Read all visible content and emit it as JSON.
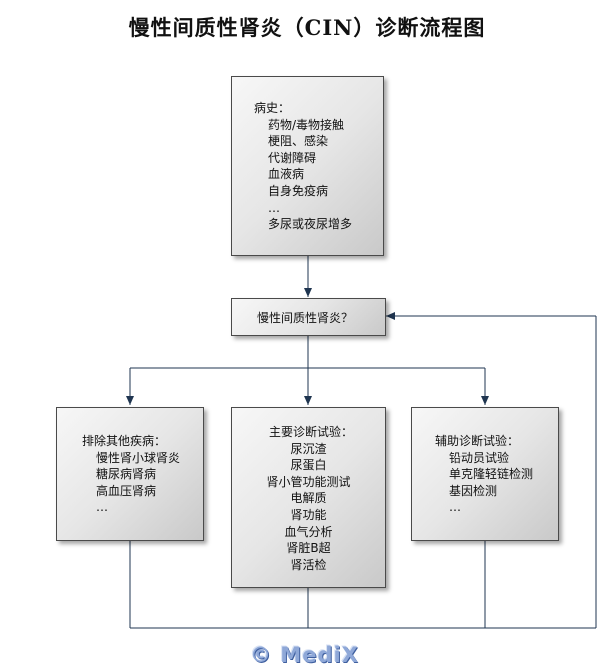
{
  "title": "慢性间质性肾炎（CIN）诊断流程图",
  "history": {
    "heading": "病史：",
    "items": [
      "药物/毒物接触",
      "梗阻、感染",
      "代谢障碍",
      "血液病",
      "自身免疫病",
      "…",
      "多尿或夜尿增多"
    ]
  },
  "question": "慢性间质性肾炎？",
  "exclude": {
    "heading": "排除其他疾病：",
    "items": [
      "慢性肾小球肾炎",
      "糖尿病肾病",
      "高血压肾病",
      "…"
    ]
  },
  "main_tests": {
    "heading": "主要诊断试验：",
    "items": [
      "尿沉渣",
      "尿蛋白",
      "肾小管功能测试",
      "电解质",
      "肾功能",
      "血气分析",
      "肾脏B超",
      "肾活检"
    ]
  },
  "aux_tests": {
    "heading": "辅助诊断试验：",
    "items": [
      "铅动员试验",
      "单克隆轻链检测",
      "基因检测",
      "…"
    ]
  },
  "watermark": "© MediX",
  "colors": {
    "connector": "#1f3550",
    "box_border": "#4a4a4a",
    "watermark": "#8fa8d8"
  }
}
